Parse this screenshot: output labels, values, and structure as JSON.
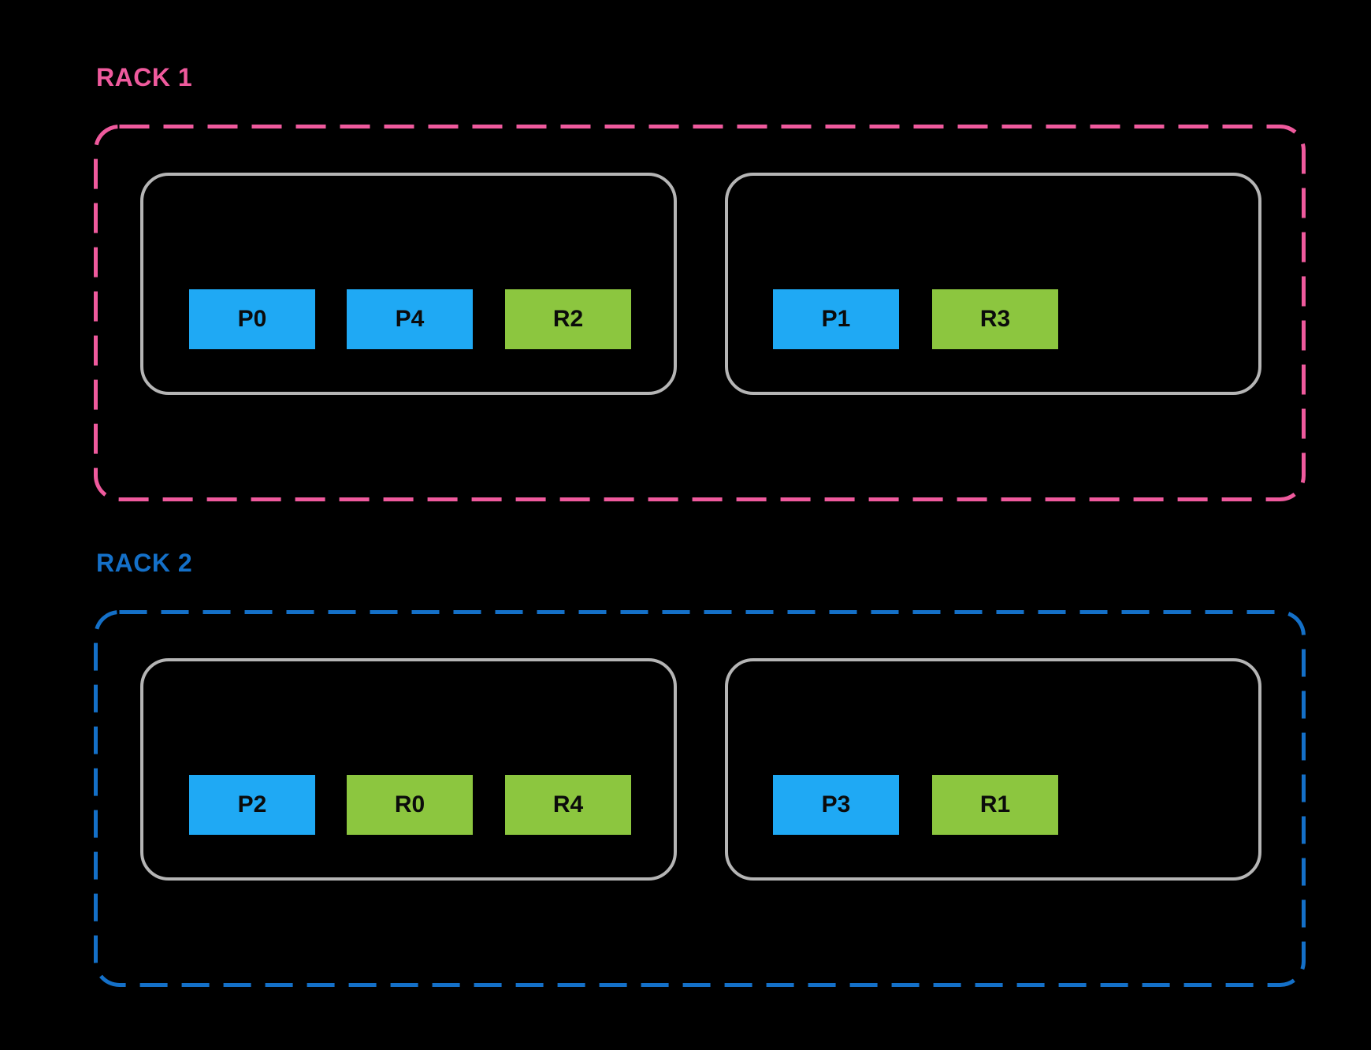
{
  "colors": {
    "background": "#000000",
    "node_border": "#B5B5B5",
    "primary_block": "#1FA9F4",
    "replica_block": "#8CC63F",
    "block_text": "#0B0B0B",
    "rack1_accent": "#EF5A9D",
    "rack2_accent": "#1470C8"
  },
  "racks": [
    {
      "label": "RACK 1",
      "accent": "#EF5A9D",
      "nodes": [
        {
          "boxes": [
            {
              "label": "P0",
              "color": "#1FA9F4"
            },
            {
              "label": "P4",
              "color": "#1FA9F4"
            },
            {
              "label": "R2",
              "color": "#8CC63F"
            }
          ]
        },
        {
          "boxes": [
            {
              "label": "P1",
              "color": "#1FA9F4"
            },
            {
              "label": "R3",
              "color": "#8CC63F"
            }
          ]
        }
      ]
    },
    {
      "label": "RACK 2",
      "accent": "#1470C8",
      "nodes": [
        {
          "boxes": [
            {
              "label": "P2",
              "color": "#1FA9F4"
            },
            {
              "label": "R0",
              "color": "#8CC63F"
            },
            {
              "label": "R4",
              "color": "#8CC63F"
            }
          ]
        },
        {
          "boxes": [
            {
              "label": "P3",
              "color": "#1FA9F4"
            },
            {
              "label": "R1",
              "color": "#8CC63F"
            }
          ]
        }
      ]
    }
  ]
}
